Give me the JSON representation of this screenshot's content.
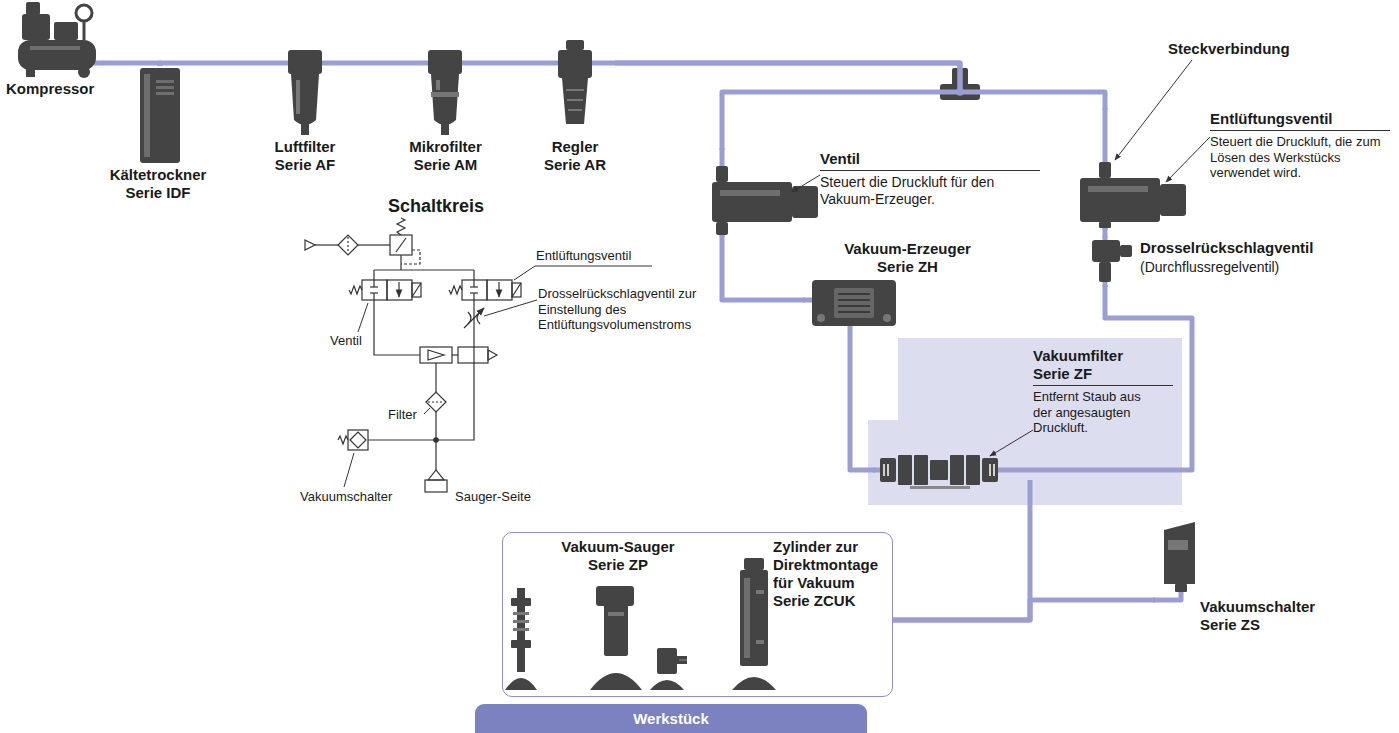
{
  "diagram": {
    "nodes": [
      {
        "text": [
          "Kompressor"
        ]
      },
      {
        "text": [
          "Kältetrockner Serie IDF"
        ]
      },
      {
        "text": [
          "Luftfilter Serie AF"
        ]
      },
      {
        "text": [
          "Mikrofilter Serie AM"
        ]
      },
      {
        "text": [
          "Regler Serie AR"
        ]
      },
      {
        "text": [
          "Ventil",
          "Steuert die Druckluft für den Vakuum-Erzeuger."
        ]
      },
      {
        "text": [
          "Entlüftungsventil",
          "Steuert die Druckluft, die zum Lösen des Werkstücks verwendet wird."
        ]
      },
      {
        "text": [
          "Drosselrückschlagventil",
          "(Durchflussregelventil)"
        ]
      },
      {
        "text": [
          "Vakuum-Erzeuger Serie ZH"
        ]
      },
      {
        "text": [
          "Vakuumfilter Serie ZF",
          "Entfernt Staub aus der angesaugten Druckluft."
        ]
      },
      {
        "text": [
          "Vakuumschalter Serie ZS"
        ]
      },
      {
        "text": [
          "Vakuum-Sauger Serie ZP",
          "Zylinder zur Direktmontage für Vakuum Serie ZCUK"
        ]
      },
      {
        "text": [
          "Werkstück"
        ]
      }
    ],
    "edges": [
      {
        "from": 0,
        "to": 1,
        "arrow": "none"
      },
      {
        "from": 1,
        "to": 2,
        "arrow": "none"
      },
      {
        "from": 2,
        "to": 3,
        "arrow": "none"
      },
      {
        "from": 3,
        "to": 4,
        "arrow": "none"
      },
      {
        "from": 4,
        "to": 5,
        "arrow": "none"
      },
      {
        "from": 4,
        "to": 6,
        "arrow": "none"
      },
      {
        "from": 5,
        "to": 8,
        "arrow": "none"
      },
      {
        "from": 6,
        "to": 7,
        "arrow": "none"
      },
      {
        "from": 8,
        "to": 9,
        "arrow": "none"
      },
      {
        "from": 7,
        "to": 9,
        "arrow": "none"
      },
      {
        "from": 9,
        "to": 11,
        "arrow": "none"
      },
      {
        "from": 10,
        "to": 11,
        "arrow": "none"
      }
    ],
    "labels": [
      "Steckverbindung",
      "Schaltkreis",
      "Entlüftungsventil",
      "Drosselrückschlagventil zur Einstellung des Entlüftungsvolumenstroms",
      "Ventil",
      "Filter",
      "Vakuumschalter",
      "Sauger-Seite"
    ]
  }
}
